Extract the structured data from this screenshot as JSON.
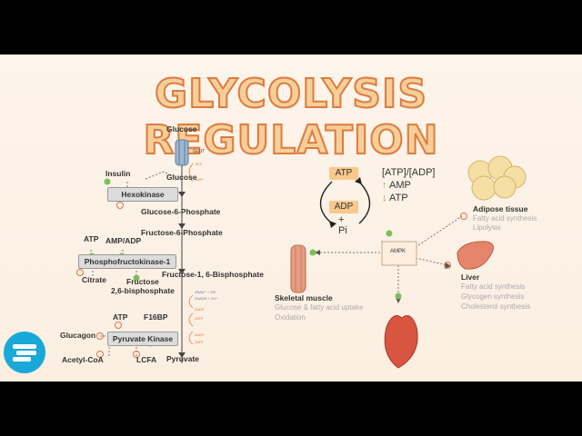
{
  "title": "GLYCOLYSIS REGULATION",
  "pathway": {
    "glucose_top": "Glucose",
    "glut": "GLUT",
    "glucose": "Glucose",
    "insulin": "Insulin",
    "hexokinase": "Hexokinase",
    "hk_atp": "ATP",
    "hk_adp": "ADP",
    "g6p": "Glucose-6-Phosphate",
    "f6p": "Fructose-6-Phosphate",
    "pfk_atp": "ATP",
    "pfk_ampadp": "AMP/ADP",
    "pfk1": "Phosphofructokinase-1",
    "citrate": "Citrate",
    "f26bp": "Fructose\n2,6-bisphosphate",
    "f16bp_full": "Fructose-1, 6-Bisphosphate",
    "nad1": "2NAD⁺ + 2Pi",
    "nad2": "2NADH + 2H⁺",
    "adp1": "2ADP",
    "atp1": "2ATP",
    "adp2": "2ADP",
    "atp2": "2ATP",
    "pk_atp": "ATP",
    "pk_f16bp": "F16BP",
    "glucagon": "Glucagon",
    "pyruvate_kinase": "Pyruvate Kinase",
    "acetylcoa": "Acetyl-CoA",
    "lcfa": "LCFA",
    "pyruvate": "Pyruvate"
  },
  "ampk": {
    "atp_box": "ATP",
    "adp_box": "ADP",
    "plus": "+",
    "pi": "Pi",
    "ratio": "[ATP]/[ADP]",
    "amp": "AMP",
    "atp": "ATP",
    "up_arrow": "↑",
    "down_arrow": "↓",
    "ampk": "AMPK",
    "adipose_title": "Adipose tissue",
    "adipose_1": "Fatty acid synthesis",
    "adipose_2": "Lipolysis",
    "liver_title": "Liver",
    "liver_1": "Fatty acid synthesis",
    "liver_2": "Glycogen synthesis",
    "liver_3": "Cholesterol synthesis",
    "muscle_title": "Skeletal muscle",
    "muscle_1": "Glucose & fatty acid uptake",
    "muscle_2": "Oxidation"
  },
  "colors": {
    "activate": "#7cbf5a",
    "inhibit": "#e0734a",
    "accent_orange": "#e07a3c",
    "logo_blue": "#19a9d8"
  }
}
